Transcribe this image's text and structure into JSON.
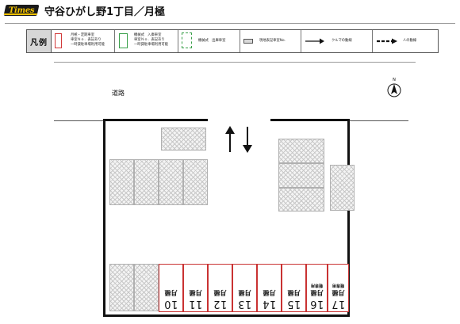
{
  "header": {
    "logo_text": "Times",
    "title": "守谷ひがし野1丁目／月極"
  },
  "legend": {
    "label": "凡例",
    "items": [
      {
        "line1": "月極・定期車室",
        "line2": "車室Ｎｏ．表記あり",
        "line3": "一時貸駐車場利用可能",
        "color": "#d23a3a"
      },
      {
        "line1": "機械式　入庫車室",
        "line2": "車室Ｎｏ．表記あり",
        "line3": "一時貸駐車場利用可能",
        "color": "#3aa04a"
      },
      {
        "line1": "機械式　出庫車室",
        "color": "#3aa04a"
      },
      {
        "line1": "現地表記車室No."
      },
      {
        "line1": "クルマの動線"
      },
      {
        "line1": "人の動線"
      }
    ]
  },
  "map": {
    "road_label": "道路",
    "north_label": "N",
    "stalls": [
      {
        "number": "10",
        "type": "月極",
        "size": ""
      },
      {
        "number": "11",
        "type": "月極",
        "size": ""
      },
      {
        "number": "12",
        "type": "月極",
        "size": ""
      },
      {
        "number": "13",
        "type": "月極",
        "size": ""
      },
      {
        "number": "14",
        "type": "月極",
        "size": ""
      },
      {
        "number": "15",
        "type": "月極",
        "size": ""
      },
      {
        "number": "16",
        "type": "月極",
        "size": "軽専用"
      },
      {
        "number": "17",
        "type": "月極",
        "size": "軽専用"
      }
    ],
    "colors": {
      "stall_border": "#c93232",
      "wall": "#111111",
      "hatch": "#c8c8c8"
    }
  }
}
